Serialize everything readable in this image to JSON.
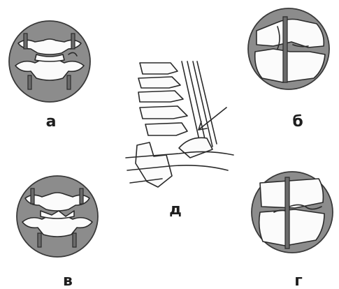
{
  "figure": {
    "labels": {
      "a": "а",
      "b": "б",
      "v": "в",
      "g": "г",
      "d": "д"
    },
    "colors": {
      "circle_fill": "#8c8c8c",
      "bone_fill": "#fbfbfb",
      "ink": "#2a2a2a",
      "background": "#ffffff"
    }
  }
}
